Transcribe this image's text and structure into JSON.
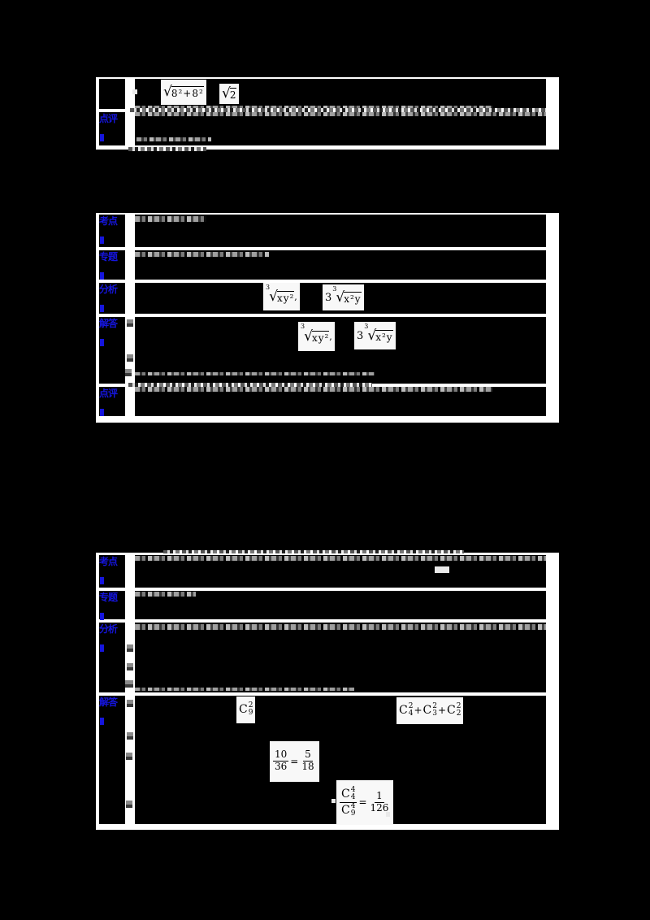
{
  "colors": {
    "page_bg": "#000000",
    "table_frame": "#ffffff",
    "cell_bg": "#000000",
    "label_blue": "#1515dd",
    "formula_bg": "#f8f8f8",
    "ghost_gray": "#9a9a9a"
  },
  "table1": {
    "row_solution_tail": {
      "formula_sqrt_sum": {
        "radical_sign": "√",
        "radicand": "8²+8²"
      },
      "formula_sqrt_two": {
        "radical_sign": "√",
        "radicand": "2"
      }
    },
    "row_comment": {
      "label": "点评"
    }
  },
  "table2": {
    "row_exam_point": {
      "label": "考点"
    },
    "row_topic": {
      "label": "专题"
    },
    "row_analysis": {
      "label": "分析",
      "formula_cbrt_xy2": {
        "degree": "3",
        "radical_sign": "√",
        "radicand": "xy²",
        "trail": ","
      },
      "formula_three_cbrt_x2y": {
        "coefficient": "3",
        "degree": "3",
        "radical_sign": "√",
        "radicand": "x²y"
      }
    },
    "row_solution": {
      "label": "解答",
      "formula_cbrt_xy2": {
        "degree": "3",
        "radical_sign": "√",
        "radicand": "xy²",
        "trail": ","
      },
      "formula_three_cbrt_x2y": {
        "coefficient": "3",
        "degree": "3",
        "radical_sign": "√",
        "radicand": "x²y"
      }
    },
    "row_comment": {
      "label": "点评"
    }
  },
  "table3": {
    "row_exam_point": {
      "label": "考点"
    },
    "row_topic": {
      "label": "专题"
    },
    "row_analysis": {
      "label": "分析"
    },
    "row_solution": {
      "label": "解答",
      "formula_c92": {
        "base": "C",
        "sup": "2",
        "sub": "9"
      },
      "formula_c_sum": {
        "t1": {
          "base": "C",
          "sup": "2",
          "sub": "4"
        },
        "plus1": "+",
        "t2": {
          "base": "C",
          "sup": "2",
          "sub": "3"
        },
        "plus2": "+",
        "t3": {
          "base": "C",
          "sup": "2",
          "sub": "2"
        }
      },
      "formula_frac": {
        "lnum": "10",
        "lden": "36",
        "eq": "=",
        "rnum": "5",
        "rden": "18"
      },
      "formula_cfrac": {
        "num": {
          "base": "C",
          "sup": "4",
          "sub": "4"
        },
        "den": {
          "base": "C",
          "sup": "4",
          "sub": "9"
        },
        "eq": "=",
        "rnum": "1",
        "rden": "126"
      }
    }
  }
}
